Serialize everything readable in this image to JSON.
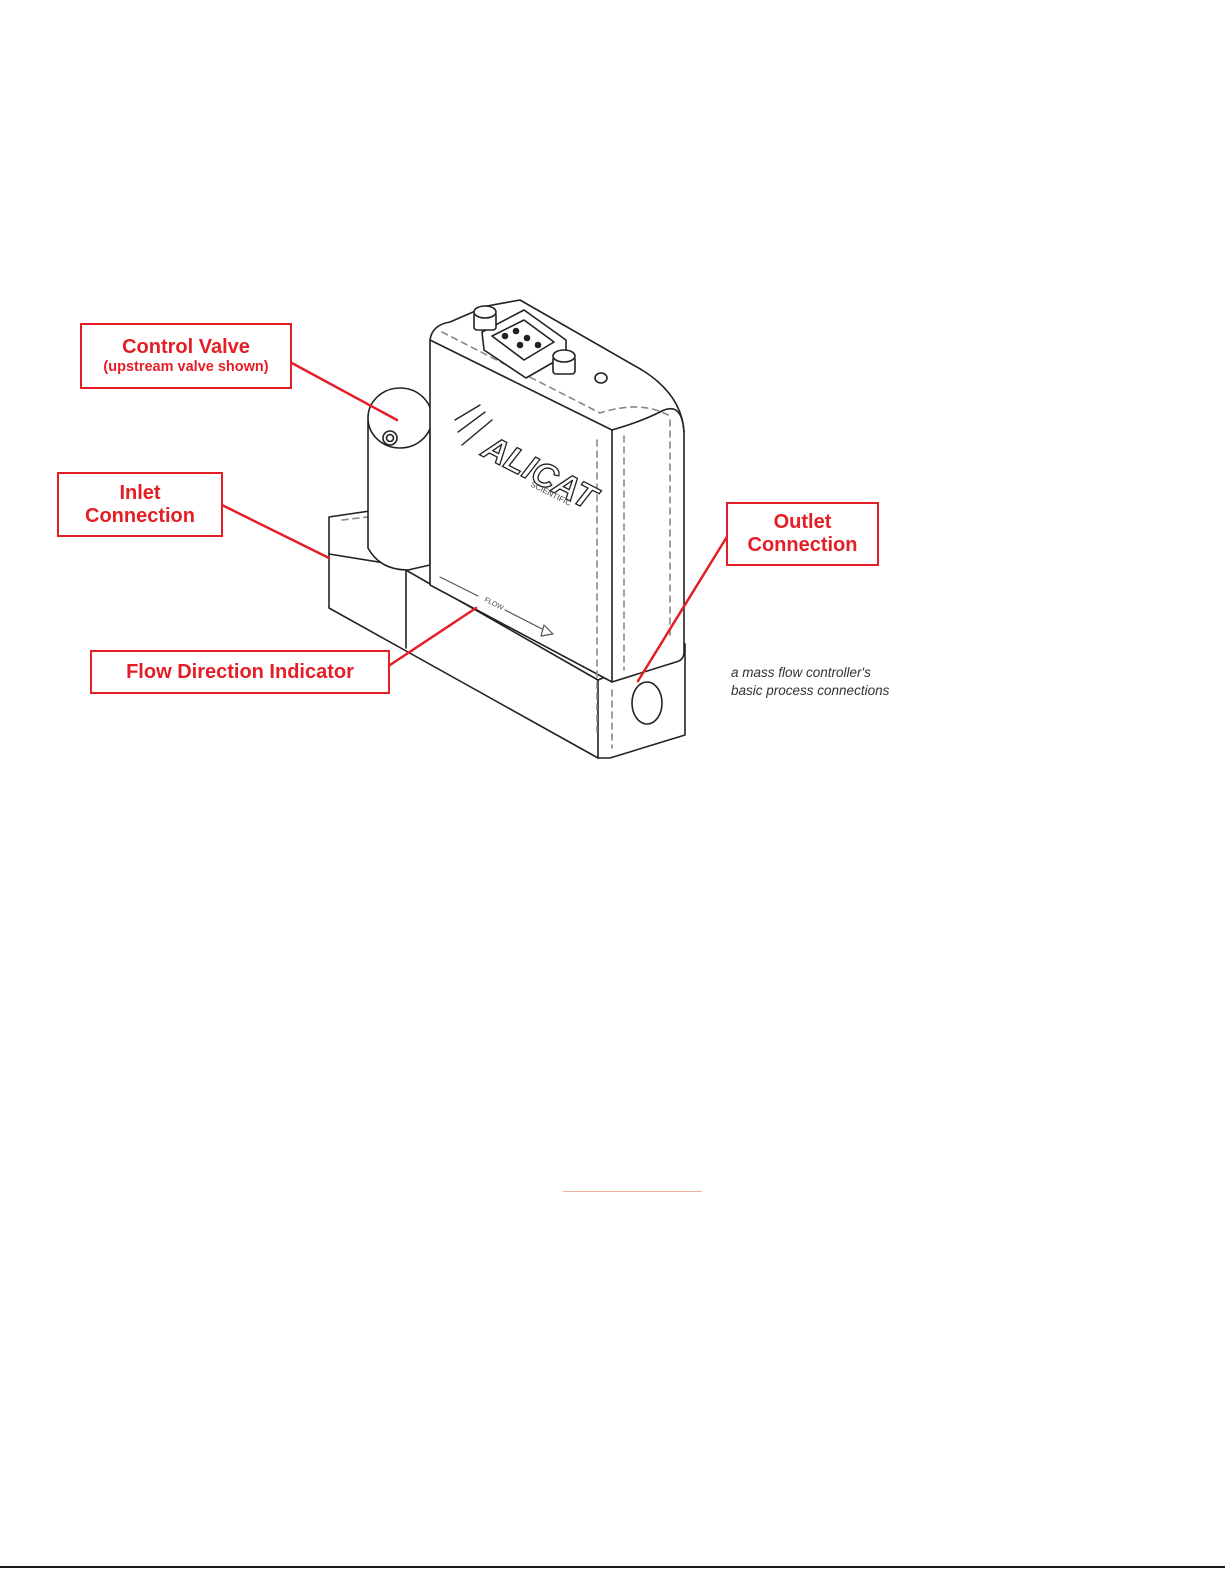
{
  "figure": {
    "callouts": {
      "control_valve": {
        "title": "Control Valve",
        "subtitle": "(upstream valve shown)"
      },
      "inlet": {
        "line1": "Inlet",
        "line2": "Connection"
      },
      "outlet": {
        "line1": "Outlet",
        "line2": "Connection"
      },
      "flow_direction": {
        "title": "Flow Direction Indicator"
      }
    },
    "device": {
      "logo_text": "ALICAT",
      "logo_sub": "SCIENTIFIC",
      "flow_label": "FLOW"
    },
    "caption": {
      "line1": "a mass flow controller's",
      "line2": "basic process connections"
    }
  },
  "colors": {
    "callout": "#e41e26",
    "linework": "#222222",
    "hidden_line": "#888888",
    "link_underline": "#f0b39a"
  }
}
